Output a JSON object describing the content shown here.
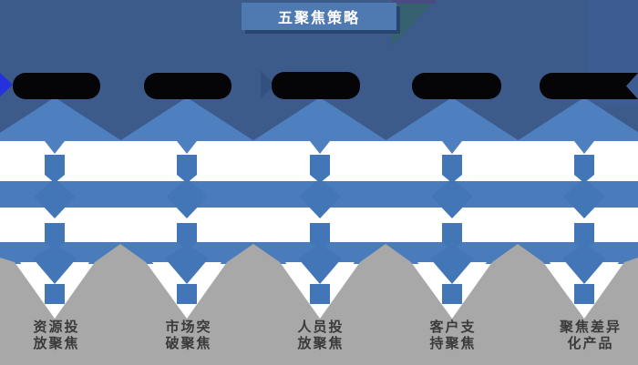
{
  "title": {
    "text": "五聚焦策略"
  },
  "columns": [
    {
      "label_line1": "资源投",
      "label_line2": "放聚焦"
    },
    {
      "label_line1": "市场突",
      "label_line2": "破聚焦"
    },
    {
      "label_line1": "人员投",
      "label_line2": "放聚焦"
    },
    {
      "label_line1": "客户支",
      "label_line2": "持聚焦"
    },
    {
      "label_line1": "聚焦差异",
      "label_line2": "化产品"
    }
  ],
  "colors": {
    "band_dark": "#3c5a8a",
    "band_blue": "#4a7cbc",
    "shape_blue": "#4376b6",
    "triangle_blue": "#4e80bf",
    "gray": "#a8a8a8",
    "blob_black": "#050507",
    "pointer_blue": "#2531dd",
    "title_bg": "#4e79b1",
    "title_shadow": "#27456e",
    "teal_patch": "#35626a",
    "label_text": "#3a3a3a"
  }
}
